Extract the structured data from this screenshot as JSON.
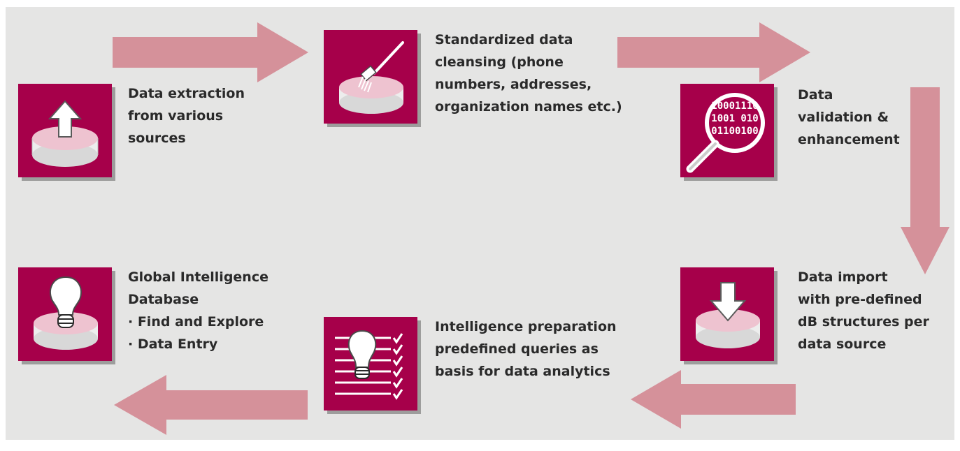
{
  "colors": {
    "background": "#e5e5e4",
    "tile": "#a6004a",
    "arrow": "#d5919a",
    "text": "#2a2a2a"
  },
  "steps": [
    {
      "icon": "upload-disk-icon",
      "lines": [
        "Data extraction",
        "from various",
        "sources"
      ]
    },
    {
      "icon": "brush-disk-icon",
      "lines": [
        "Standardized data",
        "cleansing (phone",
        "numbers, addresses,",
        "organization names etc.)"
      ]
    },
    {
      "icon": "magnifier-binary-icon",
      "lines": [
        "Data",
        "validation &",
        "enhancement"
      ],
      "binary": [
        "10001110",
        "1001  010",
        "01100100"
      ]
    },
    {
      "icon": "download-disk-icon",
      "lines": [
        "Data import",
        "with pre-defined",
        "dB structures per",
        "data source"
      ]
    },
    {
      "icon": "bulb-checklist-icon",
      "lines": [
        "Intelligence preparation",
        "predefined queries as",
        "basis for data analytics"
      ]
    },
    {
      "icon": "bulb-disk-icon",
      "lines": [
        "Global Intelligence",
        "Database",
        "· Find and Explore",
        "· Data Entry"
      ]
    }
  ]
}
